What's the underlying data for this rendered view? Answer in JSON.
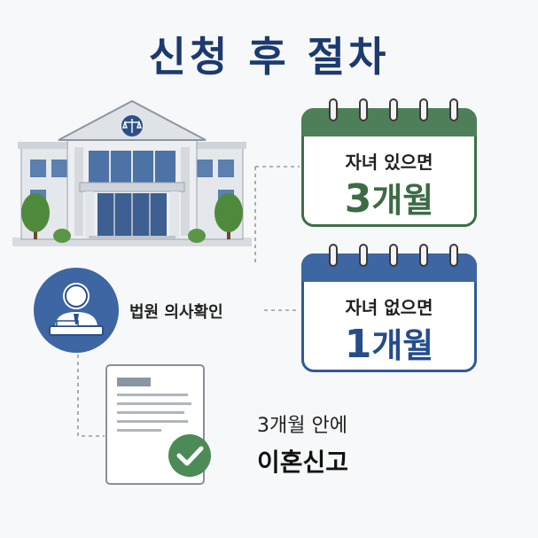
{
  "title": "신청 후 절차",
  "court": {
    "label": "법원 의사확인"
  },
  "with_children": {
    "condition": "자녀 있으면",
    "period_number": "3",
    "period_unit": "개월",
    "accent": "#3e6f48"
  },
  "without_children": {
    "condition": "자녀 없으면",
    "period_number": "1",
    "period_unit": "개월",
    "accent": "#2f5a96"
  },
  "report": {
    "deadline": "3개월 안에",
    "action": "이혼신고"
  },
  "icons": [
    "courthouse-icon",
    "scales-icon",
    "person-icon",
    "document-icon",
    "checkmark-icon",
    "calendar-icon"
  ]
}
